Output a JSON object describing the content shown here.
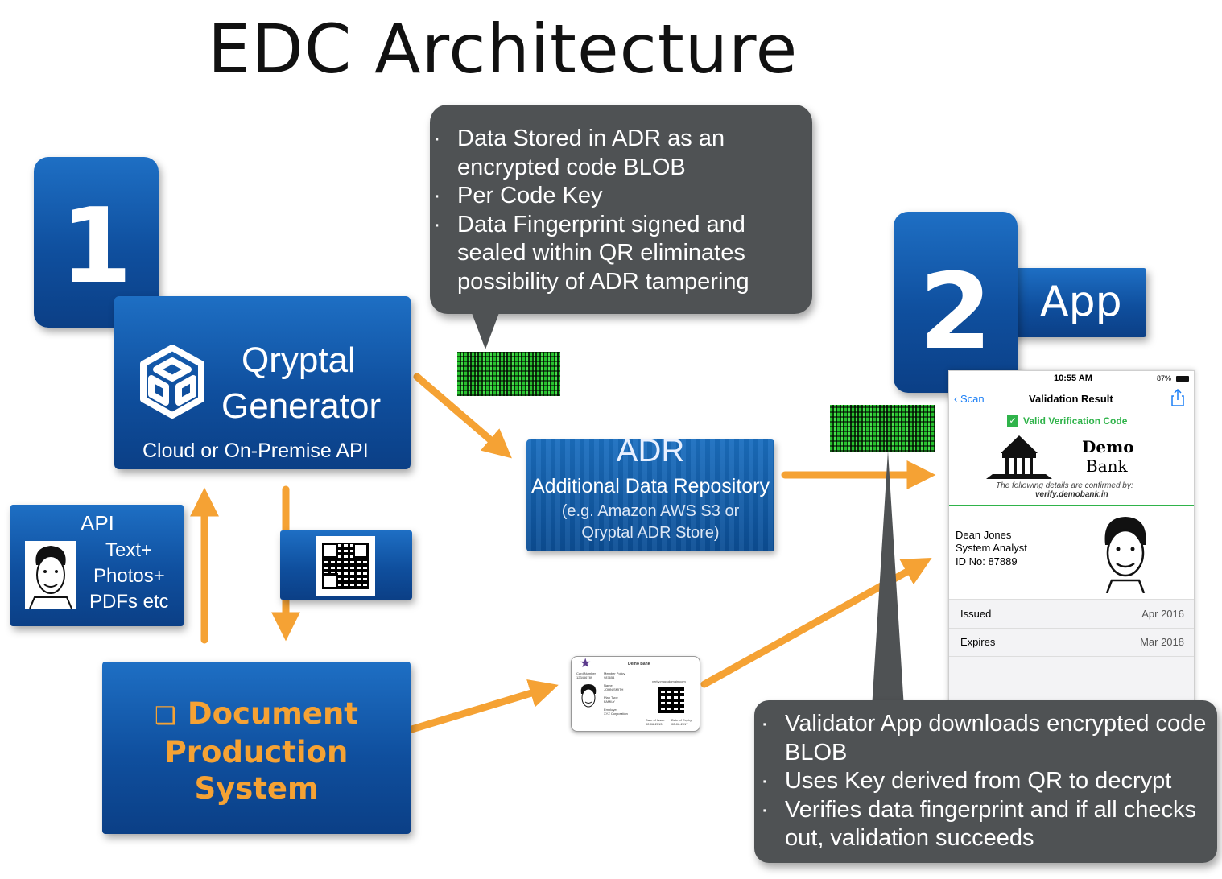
{
  "title": "EDC Architecture",
  "step1": {
    "number": "1"
  },
  "step2": {
    "number": "2",
    "label": "App"
  },
  "generator": {
    "name_line1": "Qryptal",
    "name_line2": "Generator",
    "subtitle": "Cloud or On-Premise API"
  },
  "api_box": {
    "title": "API",
    "items": [
      "Text+",
      "Photos+",
      "PDFs etc"
    ]
  },
  "document_system": {
    "bullet": "❑",
    "line1": "Document",
    "line2": "Production",
    "line3": "System"
  },
  "adr": {
    "title": "ADR",
    "subtitle": "Additional Data Repository",
    "detail_line1": "(e.g. Amazon AWS S3 or",
    "detail_line2": "Qryptal ADR Store)"
  },
  "top_bubble": {
    "bullets": [
      "Data Stored in ADR as an encrypted code BLOB",
      "Per Code Key",
      "Data Fingerprint signed and sealed within QR eliminates possibility of ADR tampering"
    ]
  },
  "bottom_bubble": {
    "bullets": [
      "Validator App downloads encrypted code BLOB",
      "Uses Key derived from QR to decrypt",
      "Verifies data fingerprint and if all checks out, validation succeeds"
    ]
  },
  "id_card": {
    "bank": "Demo Bank",
    "card_number_label": "Card Number",
    "card_number": "123456789",
    "member_policy_label": "Member Policy",
    "member_policy": "987654",
    "name_label": "Name",
    "name": "JOHN SMITH",
    "plan_label": "Plan Type",
    "plan": "FAMILY",
    "employer_label": "Employer",
    "employer": "XYZ Corporation",
    "url": "verify.mockdomain.com",
    "issue_label": "Date of Issue",
    "issue": "02-06-2013",
    "expiry_label": "Date of Expiry",
    "expiry": "02-06-2017"
  },
  "phone": {
    "time": "10:55 AM",
    "battery": "87%",
    "back": "Scan",
    "header": "Validation Result",
    "valid_text": "Valid Verification Code",
    "bank_line1": "Demo",
    "bank_line2": "Bank",
    "confirm_text": "The following details are confirmed by:",
    "confirm_domain": "verify.demobank.in",
    "person_name": "Dean Jones",
    "person_role": "System Analyst",
    "person_id": "ID No: 87889",
    "rows": [
      {
        "label": "Issued",
        "value": "Apr 2016"
      },
      {
        "label": "Expires",
        "value": "Mar 2018"
      }
    ]
  },
  "colors": {
    "blue": "#1460b4",
    "orange": "#f5a234",
    "bubble": "#4f5254",
    "green_check": "#2fb34a"
  }
}
